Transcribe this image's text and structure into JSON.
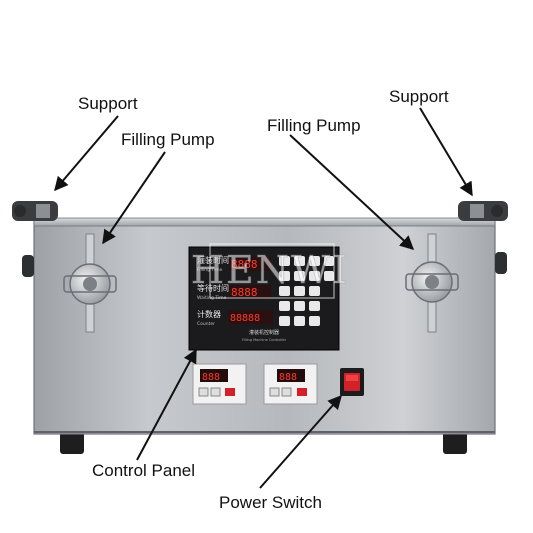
{
  "callouts": {
    "support_left": "Support",
    "support_right": "Support",
    "pump_left": "Filling Pump",
    "pump_right": "Filling Pump",
    "control_panel": "Control Panel",
    "power_switch": "Power Switch"
  },
  "watermark": "HENWI",
  "controller": {
    "rows": [
      {
        "cn": "灌装时间",
        "en": "Filling Time",
        "digits": "8888"
      },
      {
        "cn": "等待时间",
        "en": "Waiting Time",
        "digits": "8888"
      },
      {
        "cn": "计数器",
        "en": "Counter",
        "digits": "88888"
      }
    ],
    "footer_cn": "灌装机控制器",
    "footer_en": "Filling Machine Controller"
  },
  "temp_displays": [
    {
      "digits": "888"
    },
    {
      "digits": "888"
    }
  ],
  "colors": {
    "steel": "#b9bcc0",
    "panel": "#1b1b1d",
    "switch_red": "#d4202a",
    "led_red": "#ff3a2a"
  }
}
